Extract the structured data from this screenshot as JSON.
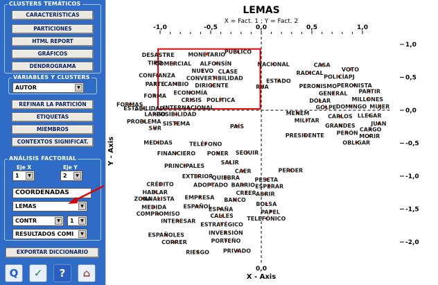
{
  "panel": {
    "clusters_title": "CLUSTERS TEMÁTICOS",
    "buttons": [
      "CARACTERÍSTICAS",
      "PARTICIONES",
      "HTML REPORT",
      "GRÁFICOS",
      "DENDROGRAMA"
    ],
    "vars_title": "VARIABLES Y CLUSTERS",
    "vars_value": "AUTOR",
    "buttons2": [
      "REFINAR LA PARTICIÓN",
      "ETIQUETAS",
      "MIEMBROS",
      "CONTEXTOS SIGNIFICAT."
    ],
    "factor_title": "ANÁLISIS FACTORIAL",
    "eje_x_label": "Eje X",
    "eje_x_value": "1",
    "eje_y_label": "Eje Y",
    "eje_y_value": "2",
    "coord_label": "COORDENADAS",
    "lemas_value": "LEMAS",
    "contr_value": "CONTR",
    "contr_num": "1",
    "results_value": "RESULTADOS COMI",
    "export_label": "EXPORTAR DICCIONARIO",
    "toolbar_icons": [
      "query-icon",
      "report-check-icon",
      "help-icon",
      "home-icon"
    ],
    "toolbar_glyphs": [
      "Q",
      "✓",
      "?",
      "⌂"
    ]
  },
  "chart_data": {
    "type": "scatter",
    "title": "LEMAS",
    "subtitle": "X = Fact. 1 ; Y = Fact. 2",
    "xlabel": "X - Axis",
    "ylabel": "Y - Axis",
    "xlim": [
      -1.2,
      1.2
    ],
    "ylim": [
      -2.4,
      1.1
    ],
    "xticks": [
      "-1,0",
      "-0,5",
      "0,0",
      "0,5",
      "1,0"
    ],
    "xtick_values": [
      -1.0,
      -0.5,
      0.0,
      0.5,
      1.0
    ],
    "yticks": [
      "1,0",
      "0,5",
      "0,0",
      "-0,5",
      "-1,0",
      "-1,5",
      "-2,0"
    ],
    "ytick_values": [
      1.0,
      0.5,
      0.0,
      -0.5,
      -1.0,
      -1.5,
      -2.0
    ],
    "point_color": "#cc3300",
    "highlight": {
      "x1": -1.02,
      "y1": 0.93,
      "x2": -0.01,
      "y2": 0.02,
      "color": "#e00000"
    },
    "points": [
      {
        "label": "PUBLICO",
        "x": -0.23,
        "y": 0.89
      },
      {
        "label": "MONETARIO",
        "x": -0.54,
        "y": 0.85
      },
      {
        "label": "DESASTRE",
        "x": -1.02,
        "y": 0.84
      },
      {
        "label": "TIPO",
        "x": -1.05,
        "y": 0.72
      },
      {
        "label": "COMERCIAL",
        "x": -0.87,
        "y": 0.71
      },
      {
        "label": "ALFONSÍN",
        "x": -0.45,
        "y": 0.71
      },
      {
        "label": "NACIONAL",
        "x": 0.12,
        "y": 0.7
      },
      {
        "label": "CASA",
        "x": 0.6,
        "y": 0.69
      },
      {
        "label": "VOTO",
        "x": 0.88,
        "y": 0.62
      },
      {
        "label": "NUEVO",
        "x": -0.58,
        "y": 0.6
      },
      {
        "label": "CLASE",
        "x": -0.33,
        "y": 0.59
      },
      {
        "label": "RADICAL",
        "x": 0.48,
        "y": 0.57
      },
      {
        "label": "POLICÍAPJ",
        "x": 0.77,
        "y": 0.51
      },
      {
        "label": "CONFIANZA",
        "x": -1.03,
        "y": 0.53
      },
      {
        "label": "CONVERTIBILIDAD",
        "x": -0.46,
        "y": 0.49
      },
      {
        "label": "ESTADO",
        "x": 0.17,
        "y": 0.45
      },
      {
        "label": "PERONISTA",
        "x": 0.92,
        "y": 0.38
      },
      {
        "label": "PARTE",
        "x": -1.05,
        "y": 0.4
      },
      {
        "label": "CAMBIO",
        "x": -0.84,
        "y": 0.4
      },
      {
        "label": "DIRIGENTE",
        "x": -0.49,
        "y": 0.38
      },
      {
        "label": "RÚA",
        "x": 0.01,
        "y": 0.36
      },
      {
        "label": "PERONISMO",
        "x": 0.56,
        "y": 0.37
      },
      {
        "label": "PARTIR",
        "x": 1.07,
        "y": 0.29
      },
      {
        "label": "ECONOMÍA",
        "x": -0.7,
        "y": 0.27
      },
      {
        "label": "GENERAL",
        "x": 0.71,
        "y": 0.26
      },
      {
        "label": "FORMA",
        "x": -1.05,
        "y": 0.22
      },
      {
        "label": "CRISIS",
        "x": -0.69,
        "y": 0.16
      },
      {
        "label": "POLÍTICA",
        "x": -0.4,
        "y": 0.16
      },
      {
        "label": "DÓLAR",
        "x": 0.58,
        "y": 0.15
      },
      {
        "label": "MILLONES",
        "x": 1.05,
        "y": 0.17
      },
      {
        "label": "FORMAS",
        "x": -1.3,
        "y": 0.09
      },
      {
        "label": "INTERNACIONAL",
        "x": -0.72,
        "y": 0.04
      },
      {
        "label": "GOLPE",
        "x": 0.64,
        "y": 0.05
      },
      {
        "label": "DOMINGO",
        "x": 0.89,
        "y": 0.06
      },
      {
        "label": "MUJER",
        "x": 1.17,
        "y": 0.06
      },
      {
        "label": "ESTABILIDAD",
        "x": -1.16,
        "y": 0.03
      },
      {
        "label": "MENEM",
        "x": 0.36,
        "y": -0.04
      },
      {
        "label": "LARGO",
        "x": -1.05,
        "y": -0.06
      },
      {
        "label": "POSIBILIDAD",
        "x": -0.84,
        "y": -0.06
      },
      {
        "label": "CARLOS",
        "x": 0.78,
        "y": -0.09
      },
      {
        "label": "LLEGAR",
        "x": 1.07,
        "y": -0.08
      },
      {
        "label": "MILITAR",
        "x": 0.45,
        "y": -0.15
      },
      {
        "label": "PROBLEMA",
        "x": -1.16,
        "y": -0.17
      },
      {
        "label": "SISTEMA",
        "x": -0.84,
        "y": -0.2
      },
      {
        "label": "JUAN",
        "x": 1.16,
        "y": -0.2
      },
      {
        "label": "GRANDES",
        "x": 0.78,
        "y": -0.23
      },
      {
        "label": "PAÍS",
        "x": -0.24,
        "y": -0.24
      },
      {
        "label": "SUR",
        "x": -1.05,
        "y": -0.27
      },
      {
        "label": "CARGO",
        "x": 1.08,
        "y": -0.29
      },
      {
        "label": "PERÓN",
        "x": 0.85,
        "y": -0.34
      },
      {
        "label": "PRESIDENTE",
        "x": 0.43,
        "y": -0.38
      },
      {
        "label": "MORIR",
        "x": 1.07,
        "y": -0.39
      },
      {
        "label": "OBLIGAR",
        "x": 0.94,
        "y": -0.49
      },
      {
        "label": "MEDIDAS",
        "x": -1.02,
        "y": -0.49
      },
      {
        "label": "TELÉFONO",
        "x": -0.55,
        "y": -0.51
      },
      {
        "label": "FINANCIERO",
        "x": -0.84,
        "y": -0.65
      },
      {
        "label": "PONER",
        "x": -0.43,
        "y": -0.65
      },
      {
        "label": "SEGUIR",
        "x": -0.14,
        "y": -0.64
      },
      {
        "label": "SALIR",
        "x": -0.31,
        "y": -0.79
      },
      {
        "label": "PRINCIPALES",
        "x": -0.76,
        "y": -0.84
      },
      {
        "label": "CAER",
        "x": -0.18,
        "y": -0.92
      },
      {
        "label": "PERDER",
        "x": 0.29,
        "y": -0.91
      },
      {
        "label": "EXTERIOR",
        "x": -0.63,
        "y": -1.0
      },
      {
        "label": "QUIEBRA",
        "x": -0.35,
        "y": -1.02
      },
      {
        "label": "PESETA",
        "x": 0.05,
        "y": -1.05
      },
      {
        "label": "CRÉDITO",
        "x": -1.0,
        "y": -1.12
      },
      {
        "label": "ADOPTADO",
        "x": -0.5,
        "y": -1.13
      },
      {
        "label": "BARRIO",
        "x": -0.18,
        "y": -1.13
      },
      {
        "label": "ESPERAR",
        "x": 0.08,
        "y": -1.15
      },
      {
        "label": "HABLAR",
        "x": -1.05,
        "y": -1.24
      },
      {
        "label": "CREER",
        "x": -0.15,
        "y": -1.25
      },
      {
        "label": "ABRIR",
        "x": 0.04,
        "y": -1.27
      },
      {
        "label": "ZONA",
        "x": -1.17,
        "y": -1.34
      },
      {
        "label": "ANALISTA",
        "x": -1.01,
        "y": -1.34
      },
      {
        "label": "EMPRESA",
        "x": -0.61,
        "y": -1.32
      },
      {
        "label": "BANCO",
        "x": -0.26,
        "y": -1.36
      },
      {
        "label": "BOLSA",
        "x": 0.05,
        "y": -1.42
      },
      {
        "label": "MEDIDA",
        "x": -1.06,
        "y": -1.47
      },
      {
        "label": "ESPAÑOL",
        "x": -0.63,
        "y": -1.46
      },
      {
        "label": "ESPAÑA",
        "x": -0.4,
        "y": -1.5
      },
      {
        "label": "PAPEL",
        "x": 0.09,
        "y": -1.54
      },
      {
        "label": "COMPROMISO",
        "x": -1.02,
        "y": -1.57
      },
      {
        "label": "CALLES",
        "x": -0.39,
        "y": -1.6
      },
      {
        "label": "TELEFÓNICO",
        "x": 0.05,
        "y": -1.64
      },
      {
        "label": "INTERESAR",
        "x": -0.82,
        "y": -1.68
      },
      {
        "label": "ESTRATÉGICO",
        "x": -0.39,
        "y": -1.73
      },
      {
        "label": "INVERSIÓN",
        "x": -0.35,
        "y": -1.86
      },
      {
        "label": "ESPAÑOLES",
        "x": -0.94,
        "y": -1.89
      },
      {
        "label": "PORTEÑO",
        "x": -0.35,
        "y": -1.98
      },
      {
        "label": "CORRER",
        "x": -0.86,
        "y": -2.0
      },
      {
        "label": "PRIVADO",
        "x": -0.24,
        "y": -2.13
      },
      {
        "label": "RIESGO",
        "x": -0.63,
        "y": -2.15
      }
    ]
  }
}
